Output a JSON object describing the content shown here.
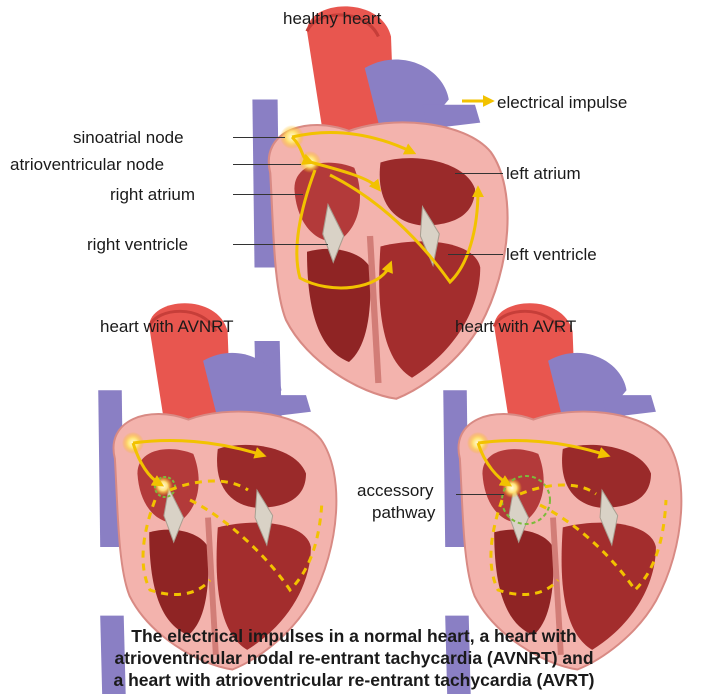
{
  "titles": {
    "healthy": "healthy heart",
    "avnrt": "heart with AVNRT",
    "avrt": "heart with AVRT"
  },
  "legend": {
    "impulse": "electrical impulse"
  },
  "labels": {
    "sa_node": "sinoatrial node",
    "av_node": "atrioventricular node",
    "right_atrium": "right atrium",
    "right_ventricle": "right ventricle",
    "left_atrium": "left atrium",
    "left_ventricle": "left ventricle",
    "accessory_1": "accessory",
    "accessory_2": "pathway"
  },
  "caption": {
    "line1": "The electrical impulses in a normal heart, a heart with",
    "line2": "atrioventricular nodal re-entrant tachycardia (AVNRT) and",
    "line3": "a heart with atrioventricular re-entrant tachycardia (AVRT)"
  },
  "colors": {
    "impulse": "#f2c200",
    "aorta": "#e8564f",
    "vein": "#8a7fc4",
    "myocardium": "#f3b3ad",
    "chamber": "#9a2a2a",
    "node_glow": "#ffe37a",
    "reentry_circle": "#7cbb3a"
  }
}
